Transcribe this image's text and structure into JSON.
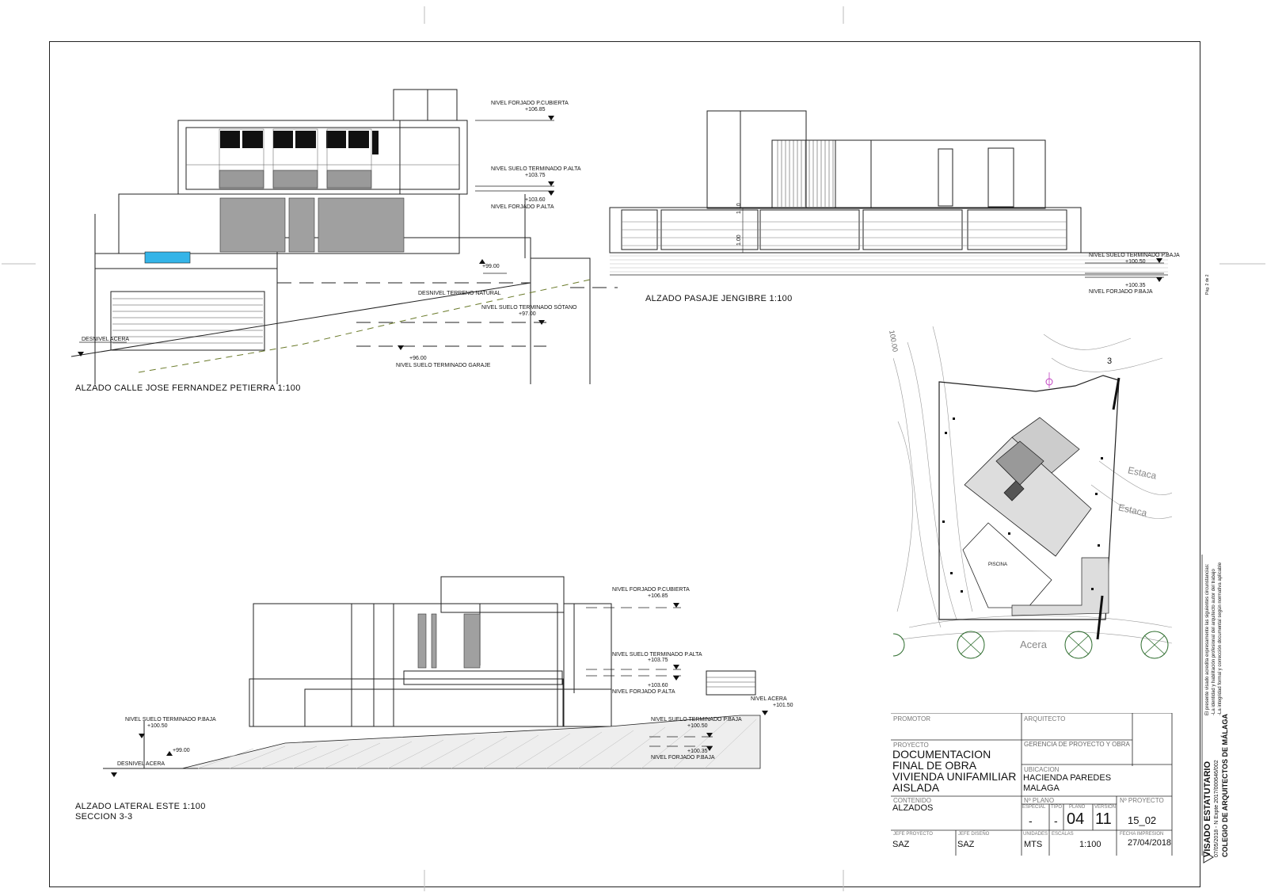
{
  "views": {
    "front": {
      "title": "ALZADO CALLE JOSE FERNANDEZ PETIERRA 1:100",
      "levels": {
        "cubierta_label": "NIVEL FORJADO P.CUBIERTA",
        "cubierta_value": "+106.85",
        "alta_label": "NIVEL SUELO TERMINADO P.ALTA",
        "alta_value": "+103.75",
        "forjado_alta_value": "+103.60",
        "forjado_alta_label": "NIVEL FORJADO P.ALTA",
        "level_99": "+99.00",
        "terreno_label": "DESNIVEL TERRENO NATURAL",
        "sotano_label": "NIVEL SUELO TERMINADO SÓTANO",
        "sotano_value": "+97.00",
        "garaje_value": "+96.00",
        "garaje_label": "NIVEL SUELO TERMINADO GARAJE",
        "acera_label": "DESNIVEL ACERA"
      }
    },
    "pasaje": {
      "title": "ALZADO PASAJE JENGIBRE 1:100",
      "dim_1": "1.10",
      "dim_2": "1.00",
      "levels": {
        "baja_label": "NIVEL SUELO TERMINADO P.BAJA",
        "baja_value": "+100.50",
        "forjado_baja_value": "+100.35",
        "forjado_baja_label": "NIVEL FORJADO P.BAJA"
      }
    },
    "lateral": {
      "title": "ALZADO LATERAL ESTE 1:100",
      "subtitle": "SECCION 3-3",
      "levels": {
        "cubierta_label": "NIVEL FORJADO P.CUBIERTA",
        "cubierta_value": "+106.85",
        "alta_label": "NIVEL SUELO TERMINADO P.ALTA",
        "alta_value": "+103.75",
        "forjado_alta_value": "+103.60",
        "forjado_alta_label": "NIVEL FORJADO P.ALTA",
        "left_baja_label": "NIVEL SUELO TERMINADO P.BAJA",
        "left_baja_value": "+100.50",
        "left_99": "+99.00",
        "left_acera": "DESNIVEL ACERA",
        "right_acera": "NIVEL ACERA",
        "right_acera_value": "+101.50",
        "right_baja_label": "NIVEL SUELO TERMINADO P.BAJA",
        "right_baja_value": "+100.50",
        "right_forjado_value": "+100.35",
        "right_forjado_label": "NIVEL FORJADO P.BAJA"
      }
    }
  },
  "site_plan": {
    "section_mark": "3",
    "pool_label": "PISCINA",
    "street_acera": "Acera",
    "street_estaca_1": "Estaca",
    "street_estaca_2": "Estaca",
    "contour_label": "100.00"
  },
  "cartouche": {
    "promotor_label": "PROMOTOR",
    "arquitecto_label": "ARQUITECTO",
    "proyecto_label": "PROYECTO",
    "proyecto_lines": [
      "DOCUMENTACION",
      "FINAL DE OBRA",
      "VIVIENDA UNIFAMILIAR",
      "AISLADA"
    ],
    "gerencia": "GERENCIA DE PROYECTO Y OBRA",
    "ubicacion_label": "UBICACION",
    "ubicacion_lines": [
      "HACIENDA PAREDES",
      "MALAGA"
    ],
    "contenido_label": "CONTENIDO",
    "contenido": "ALZADOS",
    "n_plano_label": "Nº PLANO",
    "n_proyecto_label": "Nº PROYECTO",
    "especial_label": "ESPECIAL",
    "tipo_label": "TIPO",
    "plano_label": "PLANO",
    "version_label": "VERSION",
    "especial": "-",
    "tipo": "-",
    "plano": "04",
    "version": "11",
    "n_proyecto": "15_02",
    "jefe_proyecto_label": "JEFE PROYECTO",
    "jefe_diseno_label": "JEFE DISEÑO",
    "unidades_label": "UNIDADES",
    "escalas_label": "ESCALAS",
    "fecha_label": "FECHA IMPRESION",
    "jefe_proyecto": "SAZ",
    "jefe_diseno": "SAZ",
    "unidades": "MTS",
    "escala": "1:100",
    "fecha": "27/04/2018"
  },
  "stamp": {
    "title": "VISADO ESTATUTARIO",
    "number": "07/05/2018 - N Expte 2017/000646/002",
    "college": "COLEGIO DE ARQUITECTOS DE MÁLAGA",
    "text_1": "El presente visado acredita expresamente las siguientes circunstancias:",
    "text_2": "-La identidad y habilitación profesional del arquitecto autor del trabajo",
    "text_3": "-La integridad formal y corrección documental según normativa aplicable",
    "page": "Pág. 2 de 2"
  }
}
